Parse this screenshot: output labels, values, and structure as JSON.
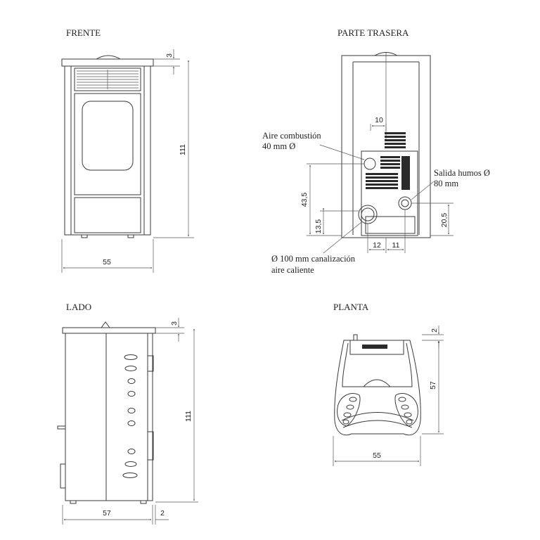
{
  "views": {
    "front": {
      "title": "FRENTE",
      "dims": {
        "top": "3",
        "height": "111",
        "width": "55"
      }
    },
    "back": {
      "title": "PARTE TRASERA",
      "notes": {
        "air_intake_1": "Aire combustión",
        "air_intake_2": "40 mm Ø",
        "flue_1": "Salida humos Ø",
        "flue_2": "80 mm",
        "duct_1": "Ø 100 mm canalización",
        "duct_2": "aire caliente"
      },
      "dims": {
        "d10": "10",
        "d43_5": "43,5",
        "d13_5": "13,5",
        "d12": "12",
        "d11": "11",
        "d20_5": "20,5"
      }
    },
    "side": {
      "title": "LADO",
      "dims": {
        "top": "3",
        "height": "111",
        "width": "57",
        "offset": "2"
      }
    },
    "plan": {
      "title": "PLANTA",
      "dims": {
        "top": "2",
        "depth": "57",
        "width": "55"
      }
    }
  },
  "colors": {
    "line": "#3a3a3a",
    "text": "#222222"
  }
}
